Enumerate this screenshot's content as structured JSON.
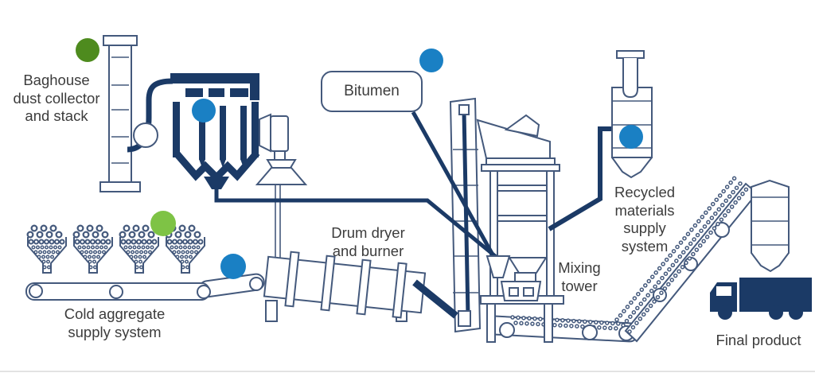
{
  "labels": {
    "baghouse": "Baghouse\ndust collector\nand stack",
    "cold_aggregate": "Cold aggregate\nsupply system",
    "bitumen": "Bitumen",
    "drum_dryer": "Drum dryer\nand burner",
    "mixing_tower": "Mixing\ntower",
    "recycled": "Recycled\nmaterials\nsupply\nsystem",
    "final_product": "Final product"
  },
  "markers": {
    "stack_marker": {
      "color": "#4e8b1e"
    },
    "baghouse_marker": {
      "color": "#1a80c4"
    },
    "aggregate_marker": {
      "color": "#7ec345"
    },
    "conveyor_marker": {
      "color": "#1a80c4"
    },
    "bitumen_marker": {
      "color": "#1a80c4"
    },
    "recycled_marker": {
      "color": "#1a80c4"
    }
  },
  "colors": {
    "navy": "#1b3a66",
    "outline": "#44597c",
    "blue_marker": "#1a80c4",
    "dark_green_marker": "#4e8b1e",
    "light_green_marker": "#7ec345",
    "text": "#3c3c3c"
  }
}
